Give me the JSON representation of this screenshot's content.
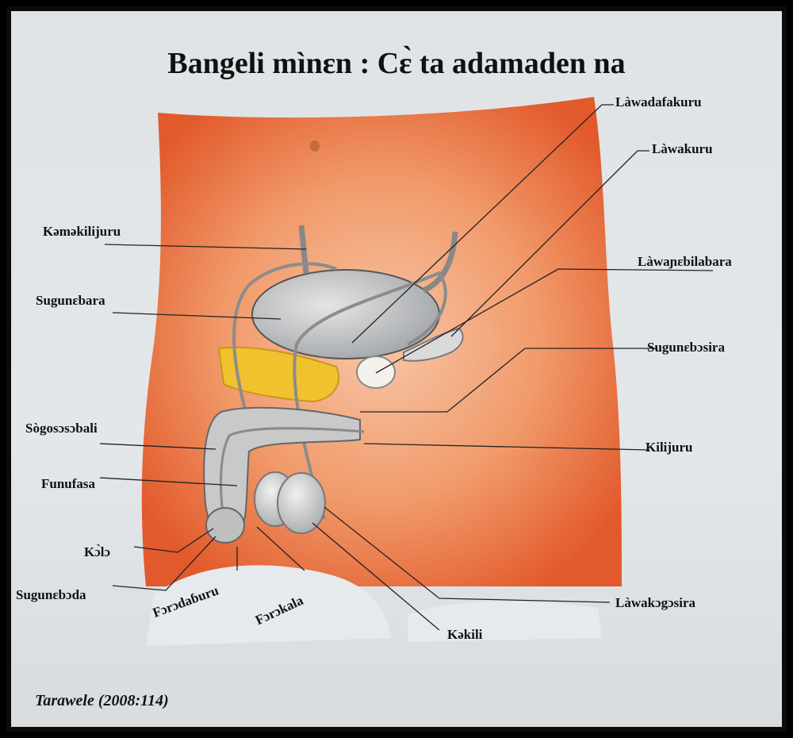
{
  "title": "Bangeli mìnɛn : Cɛ̀ ta adamaden na",
  "labels": {
    "lawadafakuru": "Làwadafakuru",
    "lawakuru": "Làwakuru",
    "kemekilijuru": "Kəməkilijuru",
    "lawanebilabara": "Làwaɲɛbilabara",
    "suguncbara": "Sugunɛbara",
    "sugunebosira": "Sugunɛbɔsira",
    "sogososobali": "Sògosɔsɔbali",
    "kilijuru": "Kilijuru",
    "funufasa": "Funufasa",
    "kolo": "Kɔ̀lɔ",
    "sugunebada": "Sugunɛbɔda",
    "foredaburu": "Fɔrɔdaɓuru",
    "forokala": "Fɔrɔkala",
    "lawakogosira": "Làwakɔgɔsira",
    "kokili": "Kəkili"
  },
  "citation": "Tarawele (2008:114)",
  "colors": {
    "skin": "#e8683a",
    "bladder": "#b9bbbd",
    "yellow": "#f2c12e",
    "line": "#222222"
  }
}
